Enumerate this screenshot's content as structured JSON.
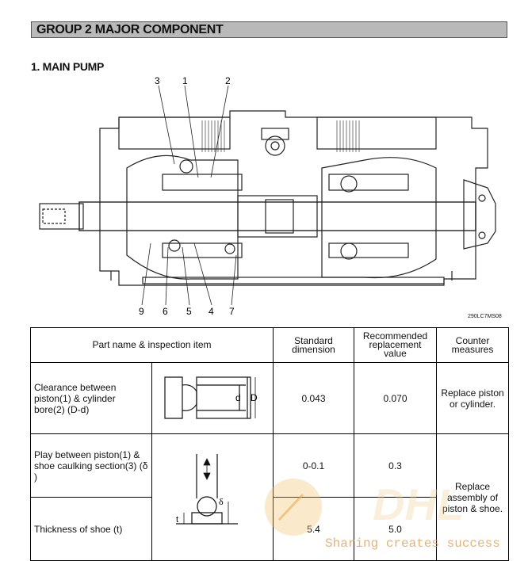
{
  "header": {
    "title": "GROUP  2  MAJOR COMPONENT"
  },
  "section": {
    "title": "1. MAIN PUMP"
  },
  "drawing": {
    "code": "290LC7MS08",
    "callouts_top": [
      "3",
      "1",
      "2"
    ],
    "callouts_bottom": [
      "9",
      "6",
      "5",
      "4",
      "7"
    ]
  },
  "table": {
    "headers": {
      "part": "Part name & inspection item",
      "standard": "Standard dimension",
      "recommended": "Recommended replacement value",
      "counter": "Counter measures"
    },
    "rows": [
      {
        "item": "Clearance between piston(1) & cylinder bore(2) (D-d)",
        "standard": "0.043",
        "recommended": "0.070",
        "counter": "Replace piston or cylinder."
      },
      {
        "item": "Play between piston(1) & shoe caulking section(3) (δ )",
        "standard": "0-0.1",
        "recommended": "0.3",
        "counter": "Replace assembly of piston & shoe."
      },
      {
        "item": "Thickness of shoe (t)",
        "standard": "5.4",
        "recommended": "5.0"
      }
    ],
    "sketch_labels": {
      "small_d": "d",
      "big_d": "D",
      "delta": "δ",
      "t": "t"
    }
  },
  "watermark": {
    "text": "Sharing creates success",
    "logo": "DHL"
  }
}
